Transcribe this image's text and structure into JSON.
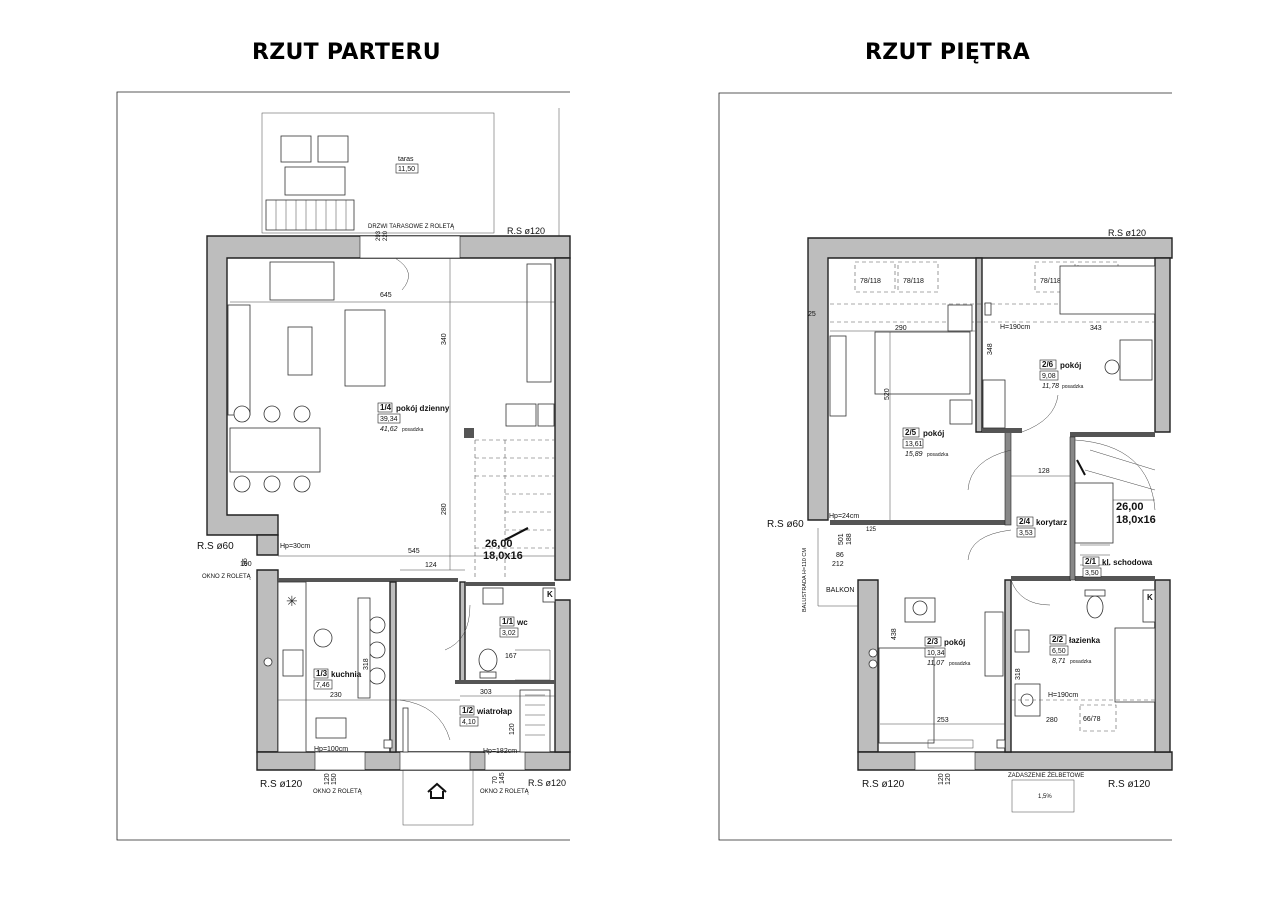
{
  "titles": {
    "left": "RZUT PARTERU",
    "right": "RZUT PIĘTRA"
  },
  "ground": {
    "terrace": {
      "name": "taras",
      "area": "11,50"
    },
    "terrace_door": "DRZWI TARASOWE Z ROLETĄ",
    "rooms": [
      {
        "id": "1/4",
        "name": "pokój dzienny",
        "area": "39,34",
        "floor": "41,62",
        "floor_label": "posadzka"
      },
      {
        "id": "1/3",
        "name": "kuchnia",
        "area": "7,46"
      },
      {
        "id": "1/1",
        "name": "wc",
        "area": "3,02"
      },
      {
        "id": "1/2",
        "name": "wiatrołap",
        "area": "4,10"
      }
    ],
    "stairs": {
      "h": "26,00",
      "spec": "18,0x16"
    },
    "dims": [
      "645",
      "340",
      "280",
      "545",
      "124",
      "318",
      "230",
      "303",
      "167",
      "120",
      "86",
      "190",
      "293",
      "220"
    ],
    "notes": {
      "rs_top": "R.S ø120",
      "rs_left": "R.S ø60",
      "rs_bottom_left": "R.S ø120",
      "rs_bottom_right": "R.S ø120",
      "window_left": "OKNO Z ROLETĄ",
      "window_bottom": "OKNO Z ROLETĄ",
      "window_bottom_right": "OKNO Z ROLETĄ",
      "hp_window": "Hp=30cm",
      "hp_kitchen": "Hp=100cm",
      "hp_entry": "Hp=182cm",
      "sill1": "120",
      "sill2": "150",
      "sill3": "70",
      "sill4": "145",
      "k_label": "K"
    },
    "entry_icon": "house-icon"
  },
  "upper": {
    "rooms": [
      {
        "id": "2/5",
        "name": "pokój",
        "area": "13,61",
        "floor": "15,89",
        "floor_label": "posadzka"
      },
      {
        "id": "2/6",
        "name": "pokój",
        "area": "9,08",
        "floor": "11,78",
        "floor_label": "posadzka"
      },
      {
        "id": "2/4",
        "name": "korytarz",
        "area": "3,53"
      },
      {
        "id": "2/1",
        "name": "kl. schodowa",
        "area": "3,50"
      },
      {
        "id": "2/3",
        "name": "pokój",
        "area": "10,34",
        "floor": "11,07",
        "floor_label": "posadzka"
      },
      {
        "id": "2/2",
        "name": "łazienka",
        "area": "6,50",
        "floor": "8,71",
        "floor_label": "posadzka"
      }
    ],
    "stairs": {
      "h": "26,00",
      "spec": "18,0x16"
    },
    "windows": [
      "78/118",
      "78/118",
      "78/118",
      "78/118",
      "66/78"
    ],
    "dims": [
      "290",
      "343",
      "348",
      "520",
      "128",
      "86",
      "212",
      "438",
      "253",
      "318",
      "280",
      "25",
      "501",
      "188",
      "125"
    ],
    "notes": {
      "rs_top": "R.S ø120",
      "rs_left": "R.S ø60",
      "rs_bottom_left": "R.S ø120",
      "rs_bottom_right": "R.S ø120",
      "h190_a": "H=190cm",
      "h190_b": "H=190cm",
      "hp24": "Hp=24cm",
      "balcony": "BALKON",
      "balustrade": "BALUSTRADA H=110 CM",
      "canopy": "ZADASZENIE ŻELBETOWE",
      "slope": "1,5%",
      "k_label": "K",
      "sill1": "120",
      "sill2": "120"
    }
  }
}
